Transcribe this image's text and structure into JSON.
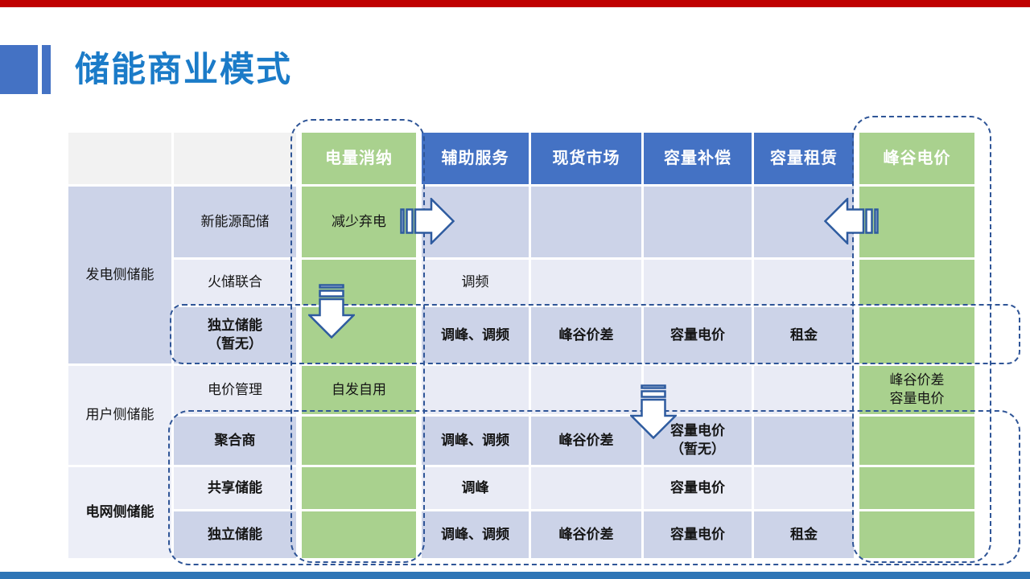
{
  "slide": {
    "title": "储能商业模式"
  },
  "table": {
    "columns": [
      "",
      "",
      "电量消纳",
      "辅助服务",
      "现货市场",
      "容量补偿",
      "容量租赁",
      "峰谷电价"
    ],
    "groups": [
      {
        "label": "发电侧储能",
        "bold": false
      },
      {
        "label": "用户侧储能",
        "bold": false
      },
      {
        "label": "电网侧储能",
        "bold": true
      }
    ],
    "rows": [
      {
        "group": 0,
        "label": "新能源配储",
        "bold": false,
        "cells": [
          "减少弃电",
          "",
          "",
          "",
          "",
          ""
        ]
      },
      {
        "group": 0,
        "label": "火储联合",
        "bold": false,
        "cells": [
          "",
          "调频",
          "",
          "",
          "",
          ""
        ]
      },
      {
        "group": 0,
        "label": "独立储能\n（暂无）",
        "bold": true,
        "cells": [
          "",
          "调峰、调频",
          "峰谷价差",
          "容量电价",
          "租金",
          ""
        ]
      },
      {
        "group": 1,
        "label": "电价管理",
        "bold": false,
        "cells": [
          "自发自用",
          "",
          "",
          "",
          "",
          "峰谷价差\n容量电价"
        ]
      },
      {
        "group": 1,
        "label": "聚合商",
        "bold": true,
        "cells": [
          "",
          "调峰、调频",
          "峰谷价差",
          "容量电价\n（暂无）",
          "",
          ""
        ]
      },
      {
        "group": 2,
        "label": "共享储能",
        "bold": true,
        "cells": [
          "",
          "调峰",
          "",
          "容量电价",
          "",
          ""
        ]
      },
      {
        "group": 2,
        "label": "独立储能",
        "bold": true,
        "cells": [
          "",
          "调峰、调频",
          "峰谷价差",
          "容量电价",
          "租金",
          ""
        ]
      }
    ]
  },
  "icons": {
    "arrow_right": "striped-right-arrow",
    "arrow_left": "striped-left-arrow",
    "arrow_down_generation": "striped-down-arrow",
    "arrow_down_user": "striped-down-arrow"
  },
  "colors": {
    "top_bar": "#c00000",
    "bottom_bar": "#2e75b6",
    "header_blue": "#4472c4",
    "highlight_green": "#a9d18e",
    "row_dark": "#ccd3e8",
    "row_light": "#e9ebf5",
    "dashed_outline": "#2f5597",
    "title_text": "#1b7bc8"
  }
}
